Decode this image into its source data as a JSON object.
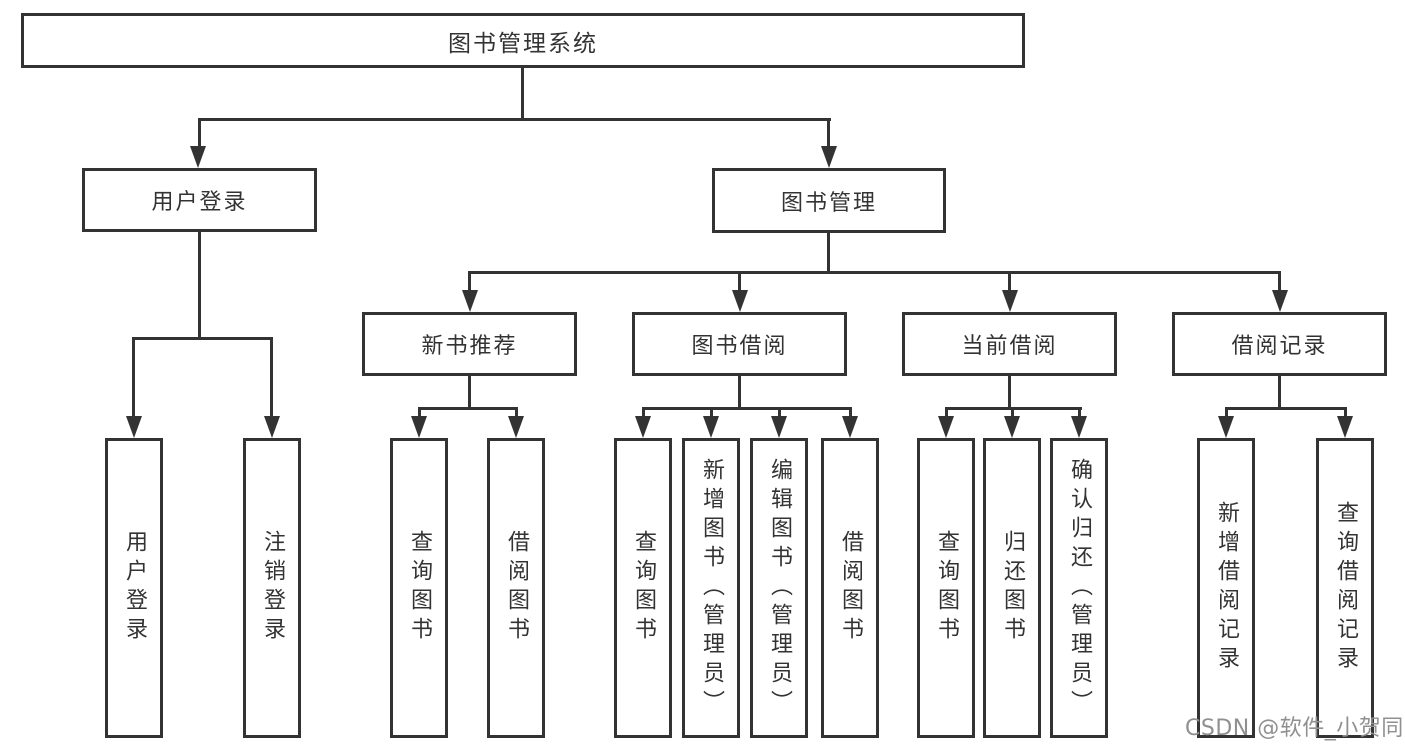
{
  "diagram": {
    "root": {
      "label": "图书管理系统"
    },
    "level2": [
      {
        "label": "用户登录",
        "children": [
          {
            "label": "用户登录"
          },
          {
            "label": "注销登录"
          }
        ]
      },
      {
        "label": "图书管理",
        "children": [
          {
            "label": "新书推荐",
            "children": [
              {
                "label": "查询图书"
              },
              {
                "label": "借阅图书"
              }
            ]
          },
          {
            "label": "图书借阅",
            "children": [
              {
                "label": "查询图书"
              },
              {
                "label": "新增图书（管理员）"
              },
              {
                "label": "编辑图书（管理员）"
              },
              {
                "label": "借阅图书"
              }
            ]
          },
          {
            "label": "当前借阅",
            "children": [
              {
                "label": "查询图书"
              },
              {
                "label": "归还图书"
              },
              {
                "label": "确认归还（管理员）"
              }
            ]
          },
          {
            "label": "借阅记录",
            "children": [
              {
                "label": "新增借阅记录"
              },
              {
                "label": "查询借阅记录"
              }
            ]
          }
        ]
      }
    ]
  },
  "watermark": {
    "text": "CSDN @软件_小贺同学",
    "color": "#909090"
  },
  "colors": {
    "line": "#333333",
    "text": "#333333",
    "background": "#ffffff"
  }
}
